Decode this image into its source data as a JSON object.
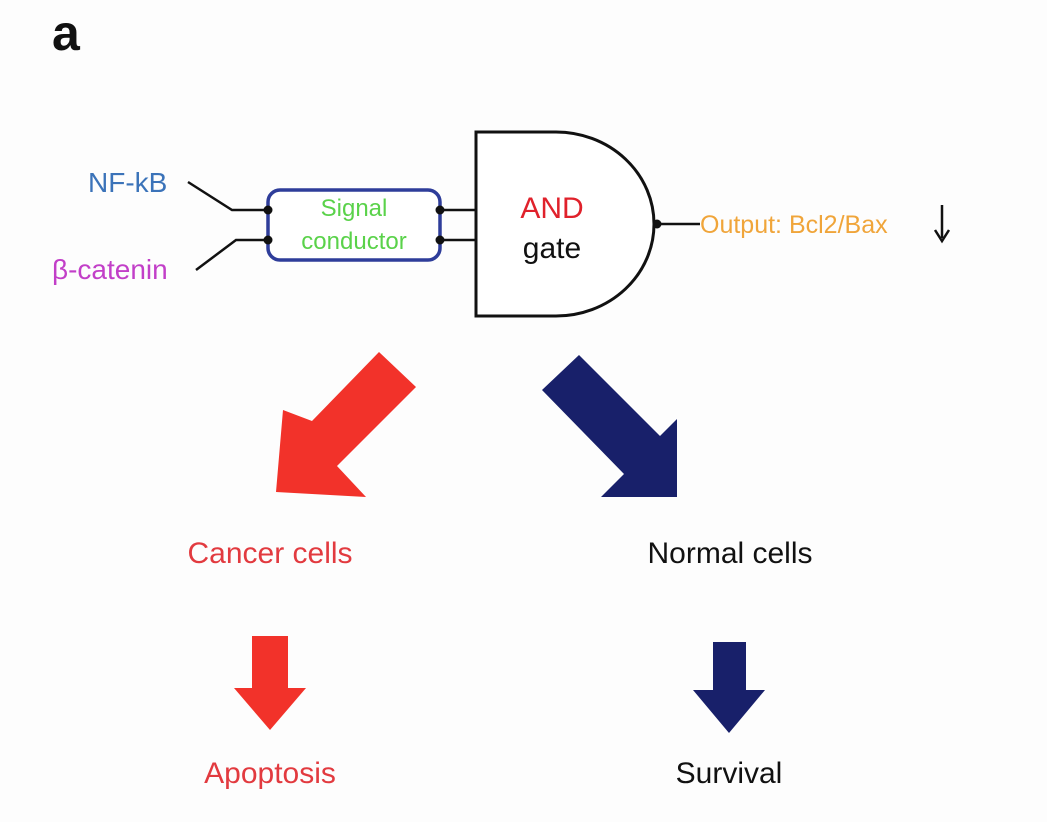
{
  "panel_label": "a",
  "inputs": {
    "nfkb": "NF-kB",
    "beta_catenin": "β-catenin"
  },
  "conductor": {
    "line1": "Signal",
    "line2": "conductor"
  },
  "gate": {
    "line1": "AND",
    "line2": "gate"
  },
  "output": {
    "text": "Output: Bcl2/Bax"
  },
  "branches": {
    "cancer": {
      "label": "Cancer cells",
      "result": "Apoptosis"
    },
    "normal": {
      "label": "Normal cells",
      "result": "Survival"
    }
  },
  "colors": {
    "nfkb": "#3b73b9",
    "beta_catenin": "#c23fc8",
    "conductor_text": "#5ad24a",
    "conductor_border": "#2e3d9a",
    "gate_and": "#e0212b",
    "output": "#f0a53a",
    "red_arrow": "#f2322a",
    "navy_arrow": "#18206a",
    "cancer_text": "#e23a3f",
    "black": "#111111"
  }
}
